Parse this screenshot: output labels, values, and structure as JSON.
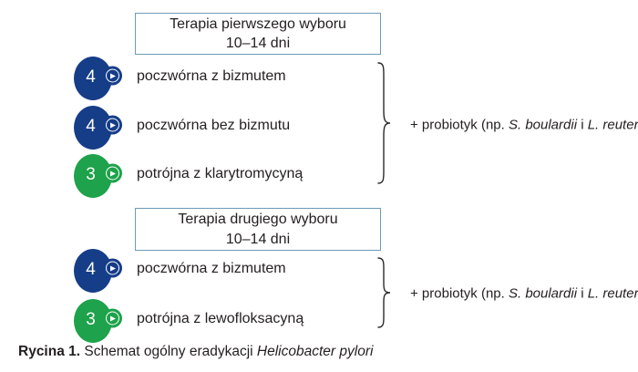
{
  "palette": {
    "navy": "#163d87",
    "green": "#1ea24b",
    "box_border": "#6e9ab9",
    "text": "#231f20",
    "white": "#ffffff"
  },
  "icons": {
    "play": "▶",
    "brace": "}"
  },
  "groups": [
    {
      "header": {
        "line1": "Terapia pierwszego wyboru",
        "line2": "10–14 dni"
      },
      "rows": [
        {
          "number": "4",
          "color": "navy",
          "label": "poczwórna z bizmutem"
        },
        {
          "number": "4",
          "color": "navy",
          "label": "poczwórna bez bizmutu"
        },
        {
          "number": "3",
          "color": "green",
          "label": "potrójna z klarytromycyną"
        }
      ],
      "annotation": {
        "prefix": "+ probiotyk (np. ",
        "species1": "S. boulardii",
        "conjunction": " i ",
        "species2": "L. reuteri",
        "suffix": ")"
      }
    },
    {
      "header": {
        "line1": "Terapia drugiego wyboru",
        "line2": "10–14 dni"
      },
      "rows": [
        {
          "number": "4",
          "color": "navy",
          "label": "poczwórna z bizmutem"
        },
        {
          "number": "3",
          "color": "green",
          "label": "potrójna z lewofloksacyną"
        }
      ],
      "annotation": {
        "prefix": "+ probiotyk (np. ",
        "species1": "S. boulardii",
        "conjunction": " i ",
        "species2": "L. reuteri",
        "suffix": ")"
      }
    }
  ],
  "caption": {
    "label": "Rycina 1.",
    "text": " Schemat ogólny eradykacji ",
    "italic": "Helicobacter pylori"
  }
}
